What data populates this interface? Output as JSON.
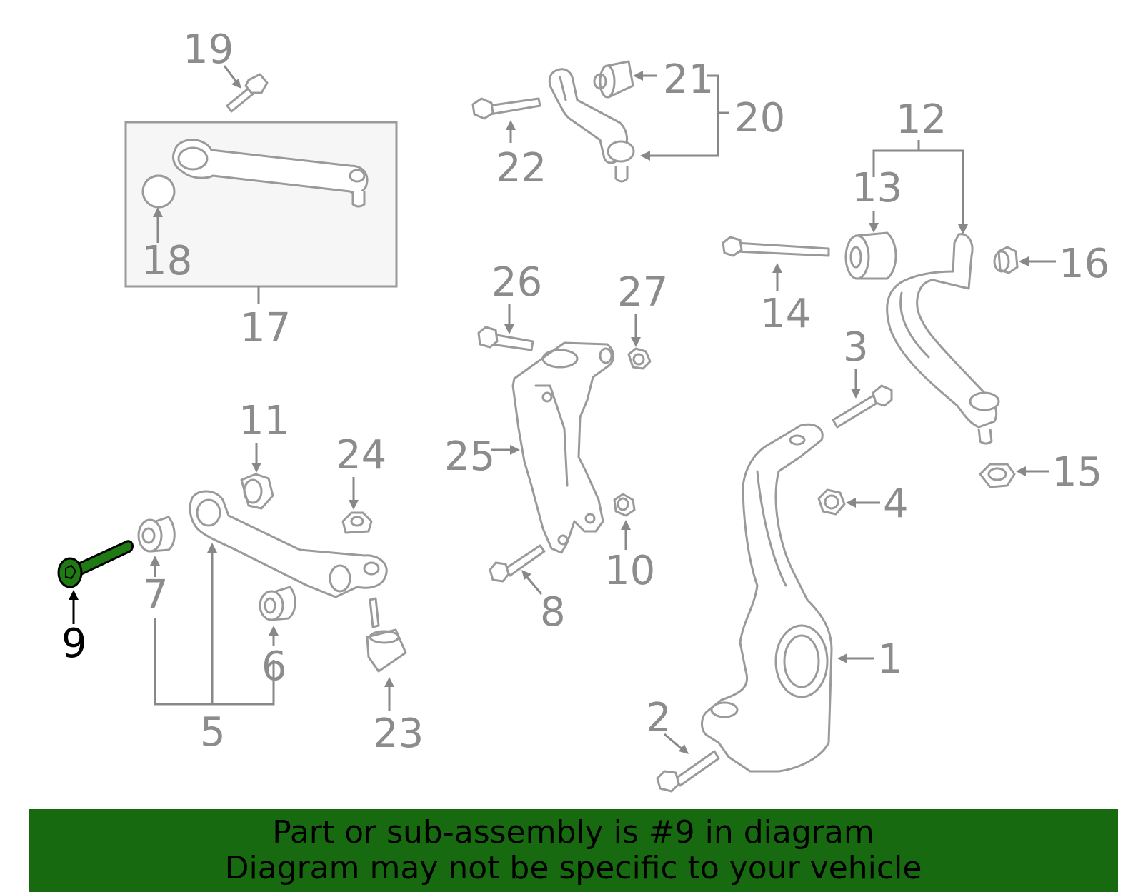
{
  "diagram": {
    "callouts": {
      "c1": "1",
      "c2": "2",
      "c3": "3",
      "c4": "4",
      "c5": "5",
      "c6": "6",
      "c7": "7",
      "c8": "8",
      "c9": "9",
      "c10": "10",
      "c11": "11",
      "c12": "12",
      "c13": "13",
      "c14": "14",
      "c15": "15",
      "c16": "16",
      "c17": "17",
      "c18": "18",
      "c19": "19",
      "c20": "20",
      "c21": "21",
      "c22": "22",
      "c23": "23",
      "c24": "24",
      "c25": "25",
      "c26": "26",
      "c27": "27"
    },
    "highlighted_part": "9",
    "colors": {
      "part_outline": "#9a9a9a",
      "highlight_part": "#1f7a14",
      "banner_background": "#186a10",
      "highlight_callout": "#000000"
    }
  },
  "banner": {
    "line1": "Part or sub-assembly is #9 in diagram",
    "line2": "Diagram may not be specific to your vehicle"
  }
}
